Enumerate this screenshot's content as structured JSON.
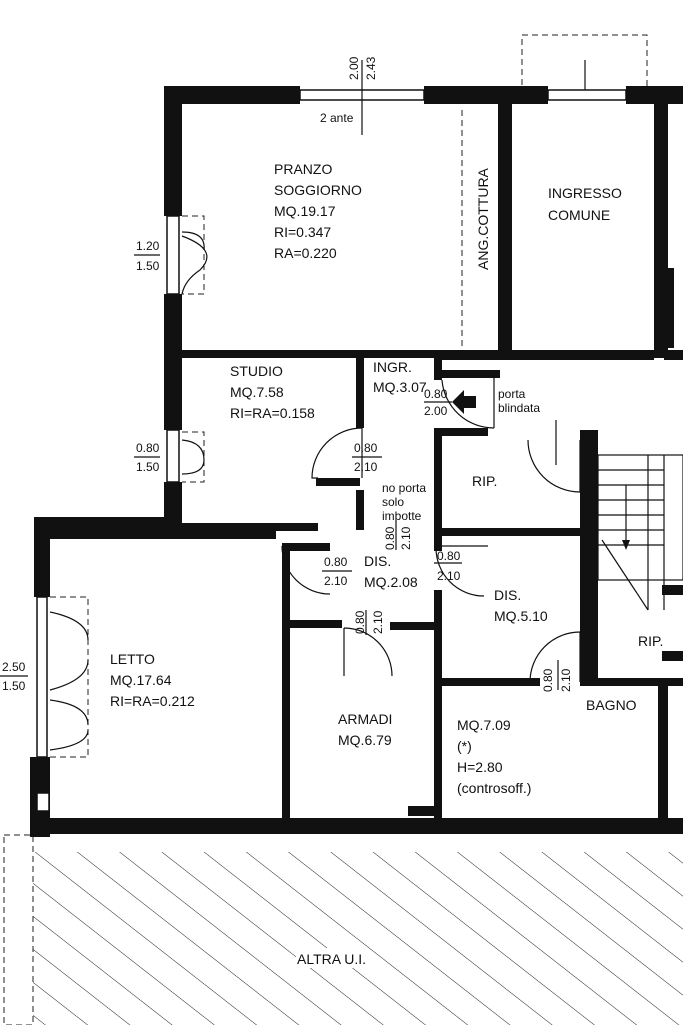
{
  "rooms": {
    "pranzo": [
      "PRANZO",
      "SOGGIORNO",
      "MQ.19.17",
      "RI=0.347",
      "RA=0.220"
    ],
    "ang_cottura": "ANG.COTTURA",
    "ingresso_comune": [
      "INGRESSO",
      "COMUNE"
    ],
    "studio": [
      "STUDIO",
      "MQ.7.58",
      "RI=RA=0.158"
    ],
    "ingr": [
      "INGR.",
      "MQ.3.07"
    ],
    "porta_blindata": [
      "porta",
      "blindata"
    ],
    "rip1": "RIP.",
    "no_porta": [
      "no porta",
      "solo",
      "imbotte"
    ],
    "dis1": [
      "DIS.",
      "MQ.2.08"
    ],
    "dis2": [
      "DIS.",
      "MQ.5.10"
    ],
    "rip2": "RIP.",
    "letto": [
      "LETTO",
      "MQ.17.64",
      "RI=RA=0.212"
    ],
    "armadi": [
      "ARMADI",
      "MQ.6.79"
    ],
    "bagno_title": "BAGNO",
    "bagno": [
      "MQ.7.09",
      "(*)",
      "H=2.80",
      "(controsoff.)"
    ],
    "altra": "ALTRA U.I."
  },
  "dimensions": {
    "top_window": [
      "2.00",
      "2.43"
    ],
    "two_leaves": "2 ante",
    "window_pranzo": [
      "1.20",
      "1.50"
    ],
    "window_studio": [
      "0.80",
      "1.50"
    ],
    "window_letto": [
      "2.50",
      "1.50"
    ],
    "door_entry": [
      "0.80",
      "2.00"
    ],
    "door_studio": [
      "0.80",
      "2.10"
    ],
    "door_dis_left": [
      "0.80",
      "2.10"
    ],
    "door_dis_right": [
      "0.80",
      "2.10"
    ],
    "door_vertical_mid": [
      "0.80",
      "2.10"
    ],
    "door_armadi": [
      "0.80",
      "2.10"
    ],
    "door_bagno": [
      "0.80",
      "2.10"
    ]
  }
}
